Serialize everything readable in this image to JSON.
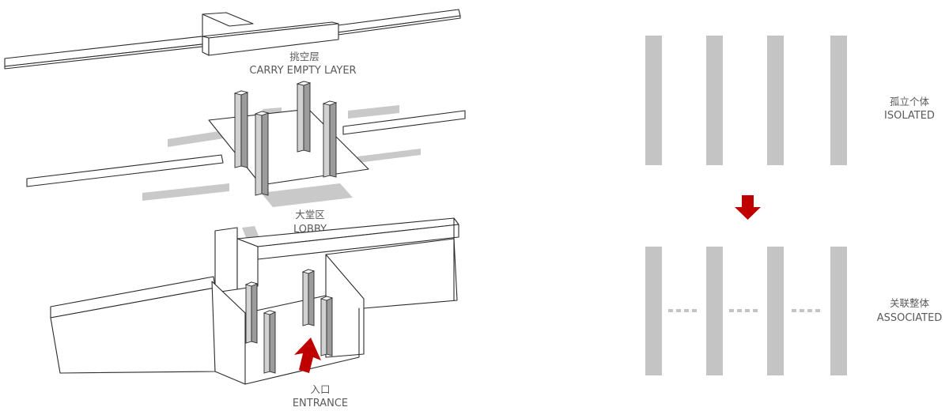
{
  "layers": {
    "carry_empty": {
      "cn": "挑空层",
      "en": "CARRY EMPTY LAYER"
    },
    "lobby": {
      "cn": "大堂区",
      "en": "LOBBY"
    },
    "entrance": {
      "cn": "入口",
      "en": "ENTRANCE"
    }
  },
  "concept": {
    "isolated": {
      "cn": "孤立个体",
      "en": "ISOLATED"
    },
    "associated": {
      "cn": "关联整体",
      "en": "ASSOCIATED"
    }
  },
  "colors": {
    "arrow": "#c00000",
    "bars": "#c4c4c4",
    "column": "#9c9c9c",
    "shadow": "#c9c9c9",
    "label": "#5a5a5a"
  }
}
